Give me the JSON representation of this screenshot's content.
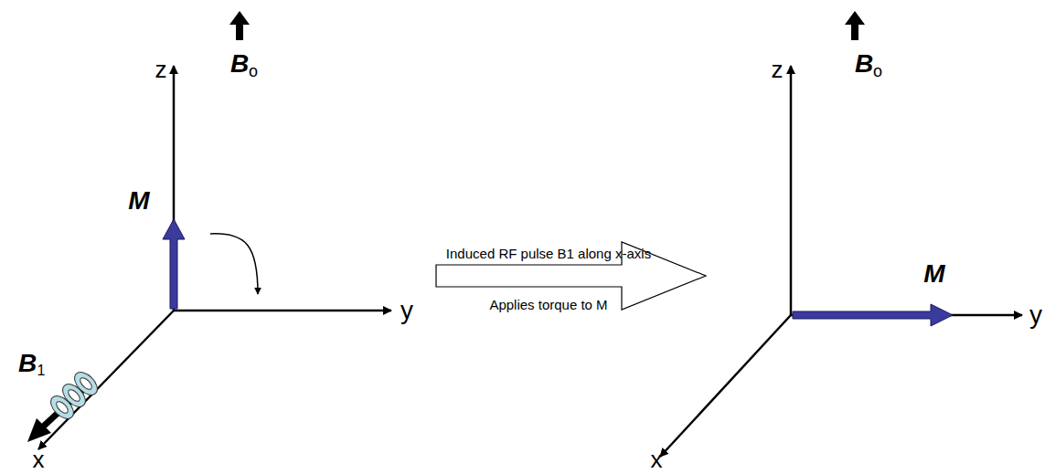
{
  "diagram": {
    "labels": [
      "z",
      "B",
      "o",
      "M",
      "y",
      "B",
      "1",
      "x",
      "Induced RF pulse B1 along x-axis",
      "Applies torque to M",
      "z",
      "B",
      "o",
      "M",
      "y",
      "x"
    ]
  }
}
